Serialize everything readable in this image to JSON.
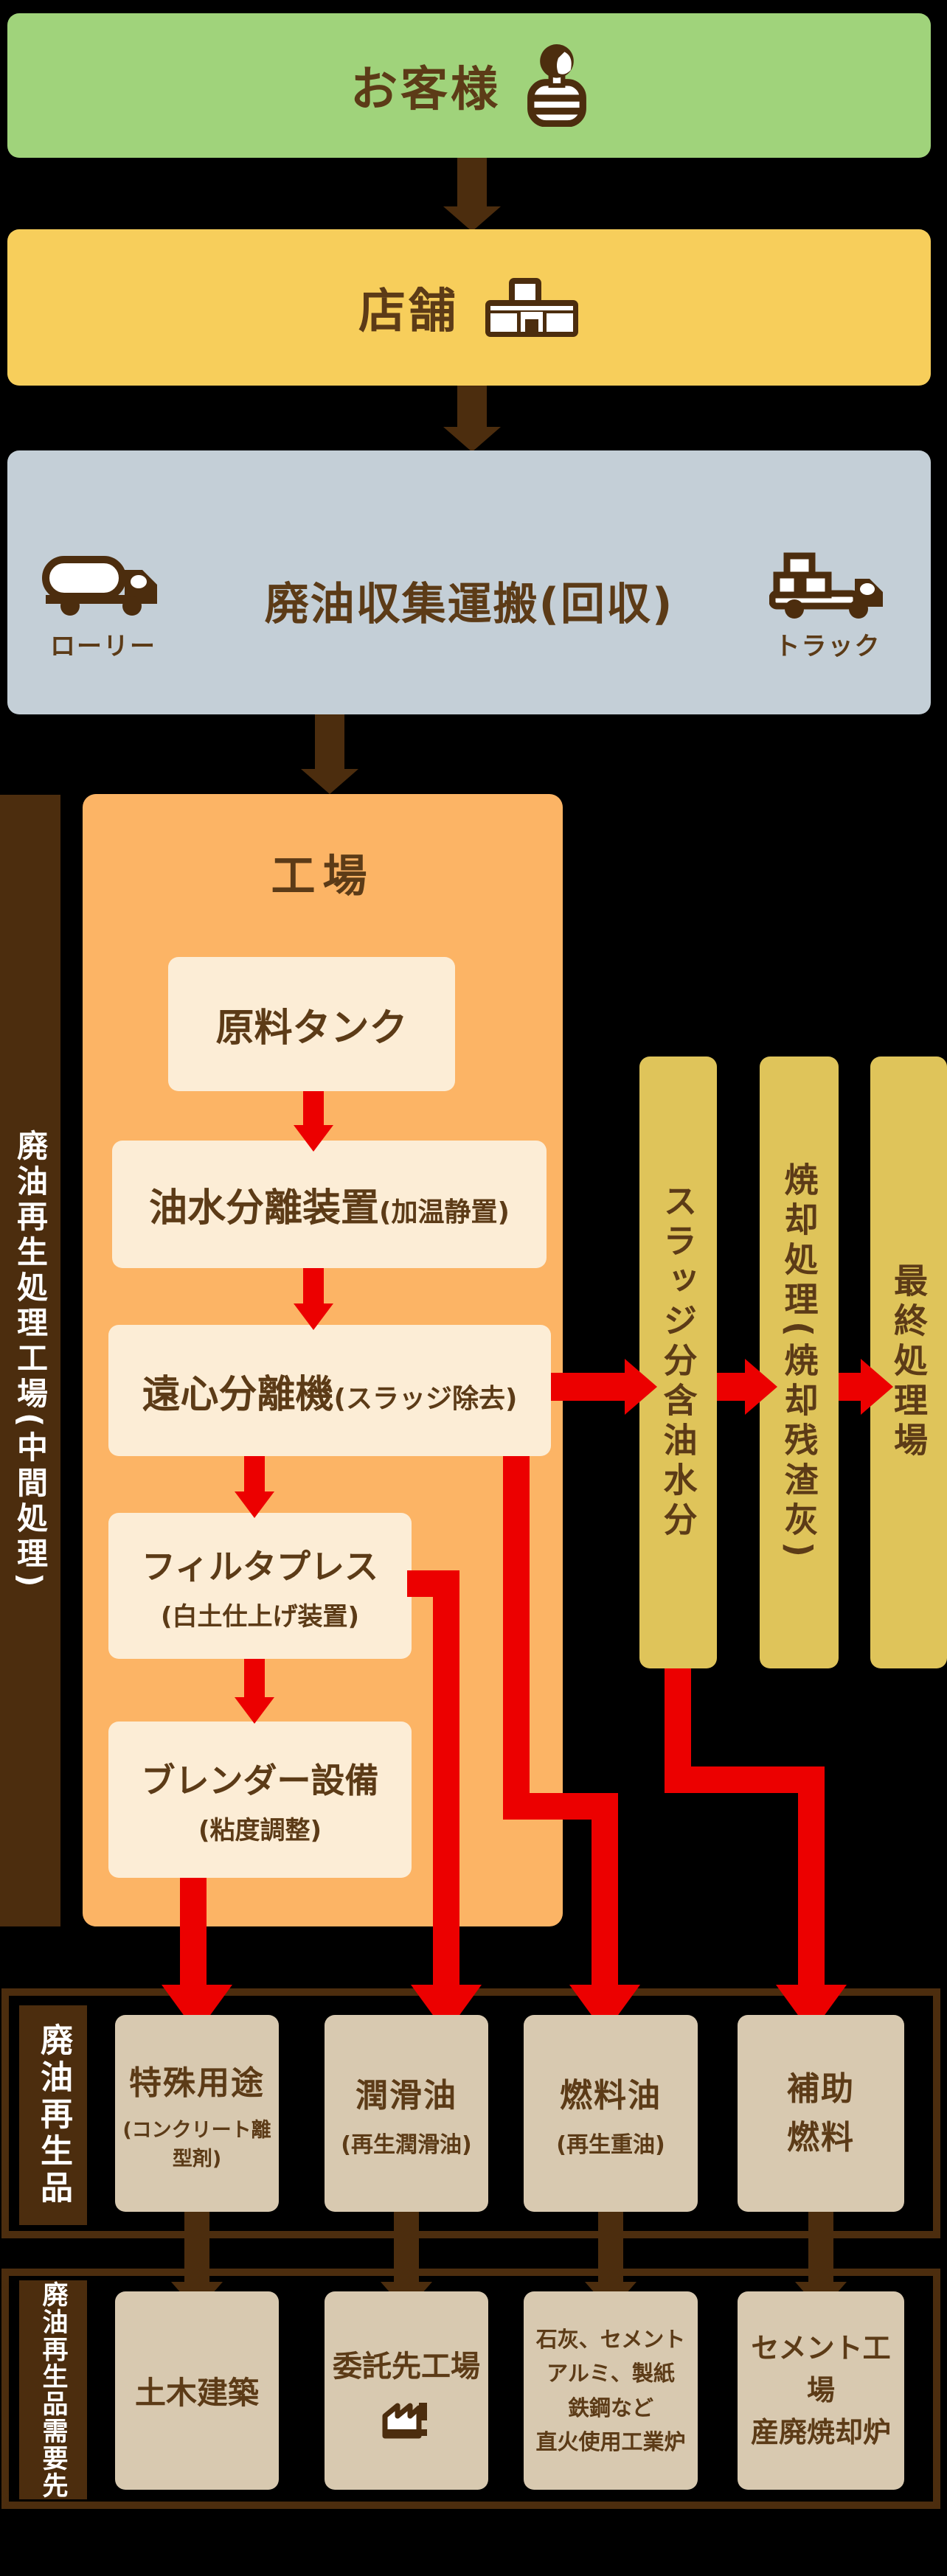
{
  "colors": {
    "background": "#000000",
    "customer_green": "#A0D37B",
    "store_yellow": "#F7CE5B",
    "collection_blue": "#C4CFD7",
    "factory_orange": "#FCB465",
    "step_cream": "#FCEDD6",
    "column_gold": "#DFC45A",
    "product_beige": "#D8C9B0",
    "dark_brown": "#4C2D0E",
    "text_brown": "#5C3B17",
    "flow_red": "#EC0000",
    "label_white": "#FFFFFF"
  },
  "icons": {
    "customer": "person-icon",
    "store": "store-icon",
    "lorry": "tank-lorry-icon",
    "truck": "truck-icon",
    "consignee": "factory-icon"
  },
  "flow_top": {
    "customer": {
      "label": "お客様"
    },
    "store": {
      "label": "店舗"
    },
    "collection": {
      "title": "廃油収集運搬(回収)",
      "left_vehicle": "ローリー",
      "right_vehicle": "トラック"
    }
  },
  "factory": {
    "title": "工場",
    "side_label": "廃油再生処理工場(中間処理)",
    "steps": [
      {
        "main": "原料タンク",
        "sub": ""
      },
      {
        "main": "油水分離装置",
        "sub": "(加温静置)"
      },
      {
        "main": "遠心分離機",
        "sub": "(スラッジ除去)"
      },
      {
        "main": "フィルタプレス",
        "sub": "(白土仕上げ装置)"
      },
      {
        "main": "ブレンダー設備",
        "sub": "(粘度調整)"
      }
    ]
  },
  "waste_columns": [
    {
      "label": "スラッジ分含油水分"
    },
    {
      "label": "焼却処理(焼却残渣灰)"
    },
    {
      "label": "最終処理場"
    }
  ],
  "products": {
    "group_label": "廃油再生品",
    "items": [
      {
        "main": "特殊用途",
        "sub": "(コンクリート離型剤)"
      },
      {
        "main": "潤滑油",
        "sub": "(再生潤滑油)"
      },
      {
        "main": "燃料油",
        "sub": "(再生重油)"
      },
      {
        "line1": "補助",
        "line2": "燃料"
      }
    ]
  },
  "destinations": {
    "group_label": "廃油再生品需要先",
    "items": [
      {
        "line1": "土木建築",
        "line2": "",
        "line3": "",
        "line4": ""
      },
      {
        "line1": "委託先工場",
        "line2": "",
        "line3": "",
        "line4": ""
      },
      {
        "line1": "石灰、セメント",
        "line2": "アルミ、製紙",
        "line3": "鉄鋼など",
        "line4": "直火使用工業炉"
      },
      {
        "line1": "セメント工場",
        "line2": "産廃焼却炉",
        "line3": "",
        "line4": ""
      }
    ]
  }
}
